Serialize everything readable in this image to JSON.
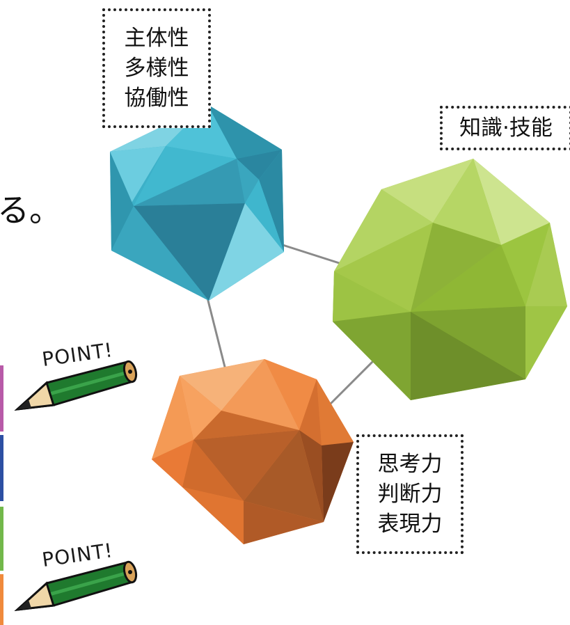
{
  "labels": {
    "top": [
      "主体性",
      "多様性",
      "協働性"
    ],
    "right": [
      "知識·技能"
    ],
    "bottom": [
      "思考力",
      "判断力",
      "表現力"
    ]
  },
  "fragment_text": "る。",
  "pencil_label": "POINT!",
  "colors": {
    "blue": "#3eb3cb",
    "green": "#9ac23c",
    "orange": "#f0833e",
    "connector": "#8a8a8a",
    "pencil_body": "#1f7a2e"
  },
  "stripe_colors": [
    "#b85aa8",
    "#2c4fa3",
    "#72b84a",
    "#f08a3c"
  ]
}
